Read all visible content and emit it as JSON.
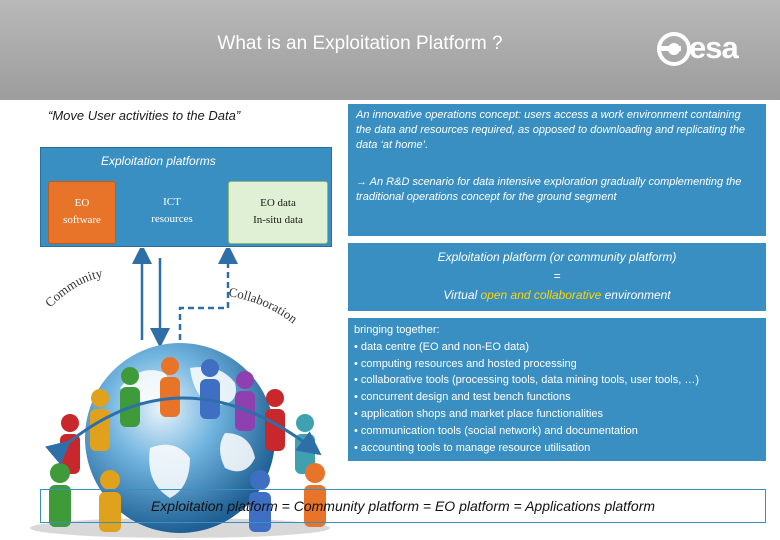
{
  "slide": {
    "title": "What is an Exploitation Platform ?",
    "logo_text": "esa"
  },
  "quote": "“Move User activities to the Data”",
  "platforms": {
    "title": "Exploitation platforms",
    "boxes": [
      {
        "line1": "EO",
        "line2": "software"
      },
      {
        "line1": "ICT",
        "line2": "resources"
      },
      {
        "line1": "EO data",
        "line2": "In-situ data"
      }
    ]
  },
  "diagram": {
    "community_label": "Community",
    "collaboration_label": "Collaboration"
  },
  "concept_panel": {
    "paragraph1": "An innovative operations concept: users access a work environment containing the data and resources required, as opposed to downloading and replicating the data ‘at home’.",
    "paragraph2": "→ An R&D scenario for data intensive exploration gradually complementing the traditional operations concept for the ground segment"
  },
  "definition_panel": {
    "line1": "Exploitation platform (or community platform)",
    "equals": "=",
    "line3_prefix": "Virtual ",
    "line3_highlight": "open and collaborative",
    "line3_suffix": " environment"
  },
  "features_panel": {
    "lines": [
      "bringing together:",
      "• data centre (EO and non-EO data)",
      "• computing resources and hosted processing",
      "• collaborative tools (processing tools, data mining tools, user tools, …)",
      "• concurrent design and test bench functions",
      "• application shops and market place functionalities",
      "• communication tools (social network) and documentation",
      "• accounting tools to manage resource utilisation"
    ]
  },
  "footer": "Exploitation platform  =  Community platform  = EO platform  =  Applications platform",
  "colors": {
    "header_grey": "#a9a9a9",
    "panel_blue": "#3a8fc2",
    "eo_software_orange": "#e8742a",
    "eo_data_green": "#dff0d4",
    "highlight_yellow": "#ffd400"
  }
}
